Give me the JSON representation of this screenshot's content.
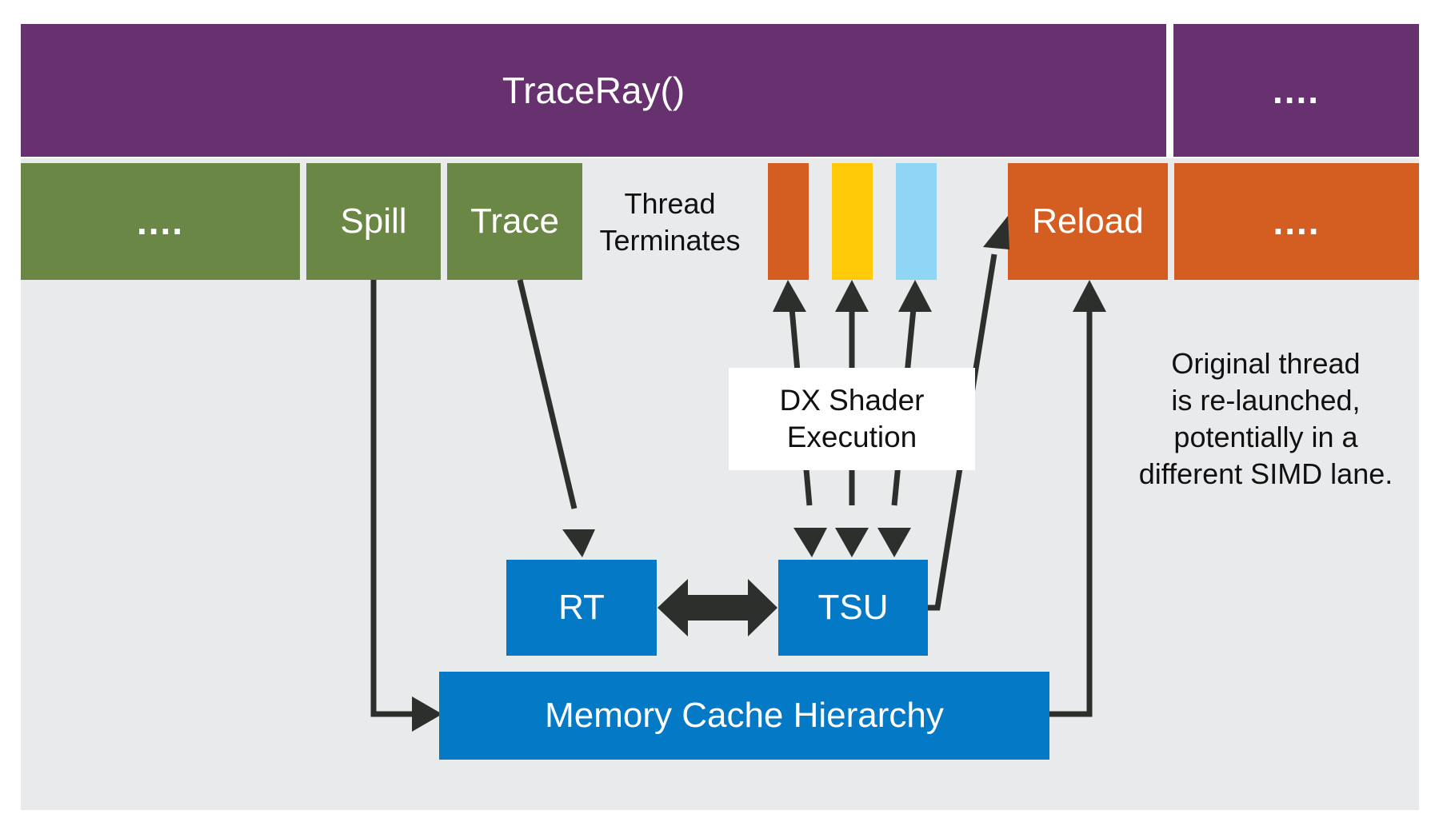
{
  "top_bar": {
    "traceray_label": "TraceRay()",
    "continuation_label": "...."
  },
  "thread_row": {
    "dots_left": "....",
    "spill": "Spill",
    "trace": "Trace",
    "thread_terminates_line1": "Thread",
    "thread_terminates_line2": "Terminates",
    "reload": "Reload",
    "dots_right": "...."
  },
  "shader": {
    "line1": "DX Shader",
    "line2": "Execution"
  },
  "units": {
    "rt": "RT",
    "tsu": "TSU",
    "memory": "Memory Cache Hierarchy"
  },
  "note": {
    "line1": "Original thread",
    "line2": "is re-launched,",
    "line3": "potentially in a",
    "line4": "different SIMD lane."
  },
  "colors": {
    "purple": "#67306e",
    "green": "#6b8745",
    "orange": "#d45d22",
    "yellow": "#ffcb08",
    "light_blue": "#8fd6f5",
    "blue": "#0479c6",
    "panel": "#e9eaec",
    "arrow": "#2d2f2c"
  }
}
